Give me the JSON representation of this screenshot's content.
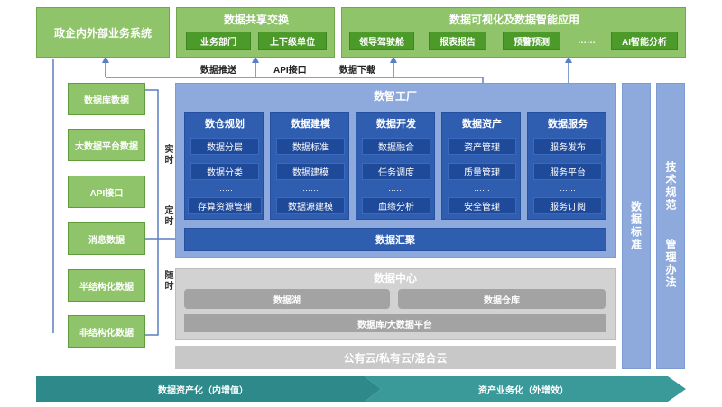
{
  "top": {
    "gov_system": "政企内外部业务系统",
    "sharing": {
      "title": "数据共享交换",
      "items": [
        "业务部门",
        "上下级单位"
      ]
    },
    "visual": {
      "title": "数据可视化及数据智能应用",
      "items": [
        "领导驾驶舱",
        "报表报告",
        "预警预测",
        "……",
        "AI智能分析"
      ]
    }
  },
  "arrows": {
    "push": "数据推送",
    "api": "API接口",
    "download": "数据下载"
  },
  "sources": [
    "数据库数据",
    "大数据平台数据",
    "API接口",
    "消息数据",
    "半结构化数据",
    "非结构化数据"
  ],
  "timing": {
    "realtime": "实时",
    "scheduled": "定时",
    "anytime": "随时"
  },
  "factory": {
    "title": "数智工厂",
    "columns": [
      {
        "title": "数仓规划",
        "items": [
          "数据分层",
          "数据分类",
          "……",
          "存算资源管理"
        ]
      },
      {
        "title": "数据建模",
        "items": [
          "数据标准",
          "数据建模",
          "……",
          "数据源建模"
        ]
      },
      {
        "title": "数据开发",
        "items": [
          "数据融合",
          "任务调度",
          "……",
          "血缘分析"
        ]
      },
      {
        "title": "数据资产",
        "items": [
          "资产管理",
          "质量管理",
          "……",
          "安全管理"
        ]
      },
      {
        "title": "数据服务",
        "items": [
          "服务发布",
          "服务平台",
          "……",
          "服务订阅"
        ]
      }
    ],
    "gather": "数据汇聚"
  },
  "data_center": {
    "title": "数据中心",
    "lake": "数据湖",
    "warehouse": "数据仓库",
    "platform": "数据库/大数据平台"
  },
  "cloud": "公有云/私有云/混合云",
  "right": {
    "standard": "数据标准",
    "spec": "技术规范",
    "mgmt": "管理办法"
  },
  "bottom": {
    "left": "数据资产化（内增值）",
    "right": "资产业务化（外增效）"
  },
  "colors": {
    "green_light": "#8fc46a",
    "green_dark": "#4c9a2a",
    "blue_dark": "#2f5db0",
    "blue_light": "#8eaadc",
    "teal": "#2e8a8a",
    "gray": "#a3a3a3"
  }
}
